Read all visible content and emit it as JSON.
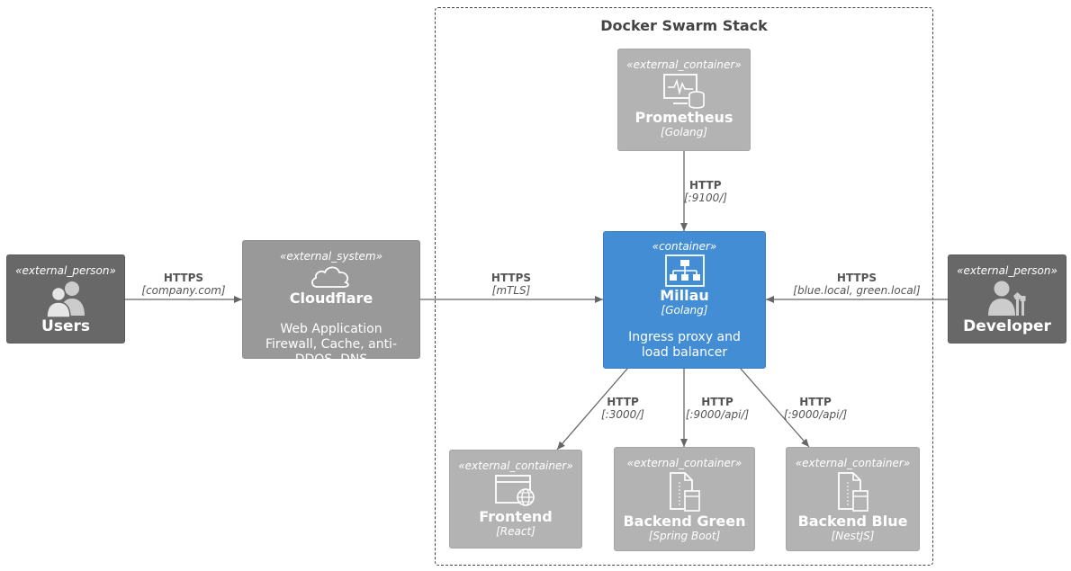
{
  "boundary": {
    "title": "Docker Swarm Stack"
  },
  "nodes": {
    "users": {
      "stereotype": "«external_person»",
      "title": "Users"
    },
    "cloudflare": {
      "stereotype": "«external_system»",
      "title": "Cloudflare",
      "description": "Web Application Firewall, Cache, anti-DDOS, DNS"
    },
    "prometheus": {
      "stereotype": "«external_container»",
      "title": "Prometheus",
      "tech": "[Golang]"
    },
    "millau": {
      "stereotype": "«container»",
      "title": "Millau",
      "tech": "[Golang]",
      "description": "Ingress proxy and load balancer"
    },
    "developer": {
      "stereotype": "«external_person»",
      "title": "Developer"
    },
    "frontend": {
      "stereotype": "«external_container»",
      "title": "Frontend",
      "tech": "[React]"
    },
    "backend_green": {
      "stereotype": "«external_container»",
      "title": "Backend Green",
      "tech": "[Spring Boot]"
    },
    "backend_blue": {
      "stereotype": "«external_container»",
      "title": "Backend Blue",
      "tech": "[NestJS]"
    }
  },
  "edges": {
    "users_cloudflare": {
      "protocol": "HTTPS",
      "target": "[company.com]"
    },
    "cloudflare_millau": {
      "protocol": "HTTPS",
      "target": "[mTLS]"
    },
    "prometheus_millau": {
      "protocol": "HTTP",
      "target": "[:9100/]"
    },
    "developer_millau": {
      "protocol": "HTTPS",
      "target": "[blue.local, green.local]"
    },
    "millau_frontend": {
      "protocol": "HTTP",
      "target": "[:3000/]"
    },
    "millau_green": {
      "protocol": "HTTP",
      "target": "[:9000/api/]"
    },
    "millau_blue": {
      "protocol": "HTTP",
      "target": "[:9000/api/]"
    }
  },
  "colors": {
    "person": "#686868",
    "external_system": "#999999",
    "external_container": "#b3b3b3",
    "container": "#438dd5",
    "edge": "#666666"
  }
}
